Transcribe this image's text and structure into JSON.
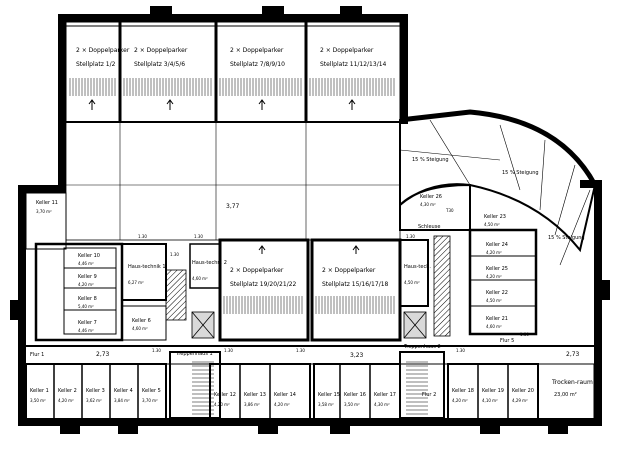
{
  "garages_top": [
    {
      "title": "2 × Doppelparker",
      "spots": "Stellplatz 1/2"
    },
    {
      "title": "2 × Doppelparker",
      "spots": "Stellplatz 3/4/5/6"
    },
    {
      "title": "2 × Doppelparker",
      "spots": "Stellplatz 7/8/9/10"
    },
    {
      "title": "2 × Doppelparker",
      "spots": "Stellplatz 11/12/13/14"
    }
  ],
  "garages_mid": [
    {
      "title": "2 × Doppelparker",
      "spots": "Stellplatz 19/20/21/22"
    },
    {
      "title": "2 × Doppelparker",
      "spots": "Stellplatz 15/16/17/18"
    }
  ],
  "ramp": {
    "upper": "15 % Steigung",
    "middle": "15 % Steigung",
    "lower": "15 % Steigung"
  },
  "level_labels": {
    "center": "3,77",
    "left_corridor": "2,73",
    "mid_corridor": "3,23",
    "right": "2,73"
  },
  "rooms": {
    "keller11": {
      "name": "Keller 11",
      "area": "3,70 m²"
    },
    "keller10": {
      "name": "Keller 10",
      "area": "4,46 m²"
    },
    "keller9": {
      "name": "Keller 9",
      "area": "4,20 m²"
    },
    "keller8": {
      "name": "Keller 8",
      "area": "5,40 m²"
    },
    "keller7": {
      "name": "Keller 7",
      "area": "4,46 m²"
    },
    "keller6": {
      "name": "Keller 6",
      "area": "4,60 m²"
    },
    "haustechnik1": {
      "name": "Haus-technik 1",
      "area": "6,27 m²"
    },
    "haustechnik2": {
      "name": "Haus-techn. 2",
      "area": "4,60 m²"
    },
    "flur1": {
      "name": "Flur 1",
      "area": ""
    },
    "keller1": {
      "name": "Keller 1",
      "area": "3,50 m²"
    },
    "keller2": {
      "name": "Keller 2",
      "area": "4,20 m²"
    },
    "keller3": {
      "name": "Keller 3",
      "area": "3,62 m²"
    },
    "keller4": {
      "name": "Keller 4",
      "area": "3,84 m²"
    },
    "keller5": {
      "name": "Keller 5",
      "area": "3,70 m²"
    },
    "treppenhaus1": {
      "name": "Treppenhaus 1"
    },
    "keller12": {
      "name": "Keller 12",
      "area": "4,20 m²"
    },
    "keller13": {
      "name": "Keller 13",
      "area": "3,86 m²"
    },
    "keller14": {
      "name": "Keller 14",
      "area": "4,20 m²"
    },
    "keller15": {
      "name": "Keller 15",
      "area": "3,58 m²"
    },
    "keller16": {
      "name": "Keller 16",
      "area": "3,50 m²"
    },
    "keller17": {
      "name": "Keller 17",
      "area": "4,30 m²"
    },
    "flur2": {
      "name": "Flur 2"
    },
    "keller18": {
      "name": "Keller 18",
      "area": "4,20 m²"
    },
    "keller19": {
      "name": "Keller 19",
      "area": "4,10 m²"
    },
    "keller20": {
      "name": "Keller 20",
      "area": "4,29 m²"
    },
    "keller21": {
      "name": "Keller 21",
      "area": "4,60 m²"
    },
    "keller22": {
      "name": "Keller 22",
      "area": "4,50 m²"
    },
    "keller23": {
      "name": "Keller 23",
      "area": "4,50 m²"
    },
    "keller24": {
      "name": "Keller 24",
      "area": "4,20 m²"
    },
    "keller25": {
      "name": "Keller 25",
      "area": "4,20 m²"
    },
    "keller26": {
      "name": "Keller 26",
      "area": "4,30 m²"
    },
    "haustech3": {
      "name": "Haus-tech.",
      "area": "4,50 m²"
    },
    "schleuse": {
      "name": "Schleuse"
    },
    "treppenhaus2": {
      "name": "Treppenhaus 2"
    },
    "flur5": {
      "name": "Flur 5"
    },
    "trockenraum": {
      "name": "Trocken-raum",
      "area": "23,00 m²"
    }
  },
  "door_tags": [
    "1.30",
    "1.30",
    "1.30",
    "1.30",
    "1.30",
    "1.30",
    "1.30",
    "1.30",
    "1.30",
    "T30"
  ]
}
